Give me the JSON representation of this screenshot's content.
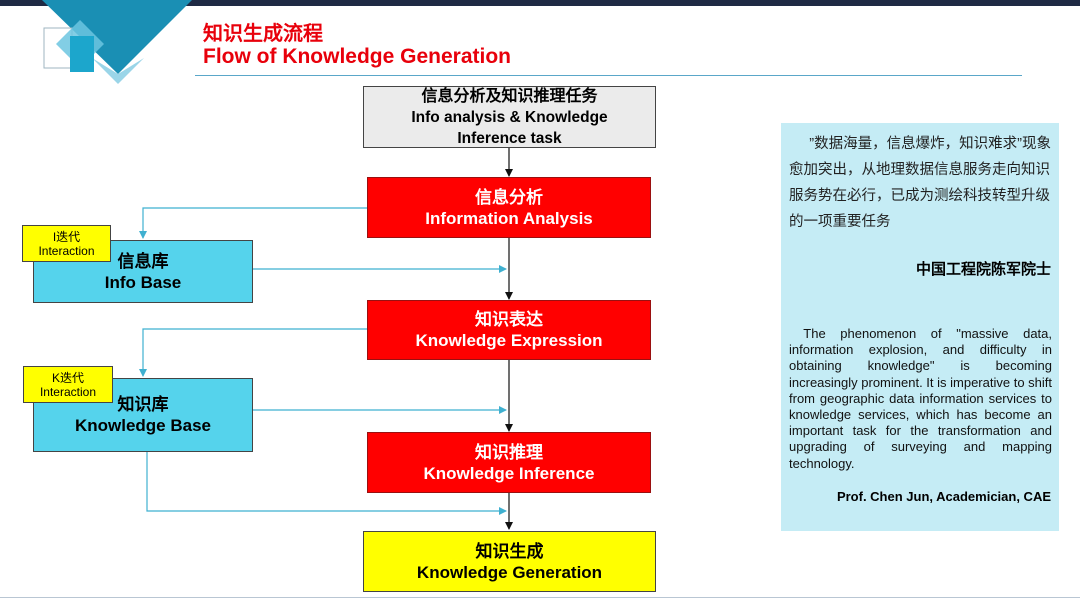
{
  "header": {
    "title_cn": "知识生成流程",
    "title_en": "Flow of Knowledge Generation"
  },
  "flow": {
    "task": {
      "cn": "信息分析及知识推理任务",
      "en_line1": "Info analysis & Knowledge",
      "en_line2": "Inference task"
    },
    "info_analysis": {
      "cn": "信息分析",
      "en": "Information Analysis"
    },
    "knowledge_expression": {
      "cn": "知识表达",
      "en": "Knowledge Expression"
    },
    "knowledge_inference": {
      "cn": "知识推理",
      "en": "Knowledge Inference"
    },
    "knowledge_generation": {
      "cn": "知识生成",
      "en": "Knowledge Generation"
    },
    "info_base": {
      "cn": "信息库",
      "en": "Info Base"
    },
    "knowledge_base": {
      "cn": "知识库",
      "en": "Knowledge Base"
    },
    "i_tag": {
      "line1": "I迭代",
      "line2": "Interaction"
    },
    "k_tag": {
      "line1": "K迭代",
      "line2": "Interaction"
    }
  },
  "sidebar": {
    "quote_cn": "”数据海量，信息爆炸，知识难求”现象愈加突出，从地理数据信息服务走向知识服务势在必行，已成为测绘科技转型升级的一项重要任务",
    "author_cn": "中国工程院陈军院士",
    "quote_en": "The phenomenon of \"massive data, information explosion, and difficulty in obtaining knowledge\" is becoming increasingly prominent. It is imperative to shift from geographic data information services to knowledge services, which has become an important task for the transformation and upgrading of surveying and mapping technology.",
    "author_en": "Prof. Chen Jun, Academician, CAE"
  },
  "colors": {
    "title_red": "#e8000b",
    "process_red": "#ff0000",
    "store_cyan": "#55d3ec",
    "output_yellow": "#ffff00",
    "panel_blue": "#c5ecf5",
    "logo_blue": "#1a8fb4"
  }
}
